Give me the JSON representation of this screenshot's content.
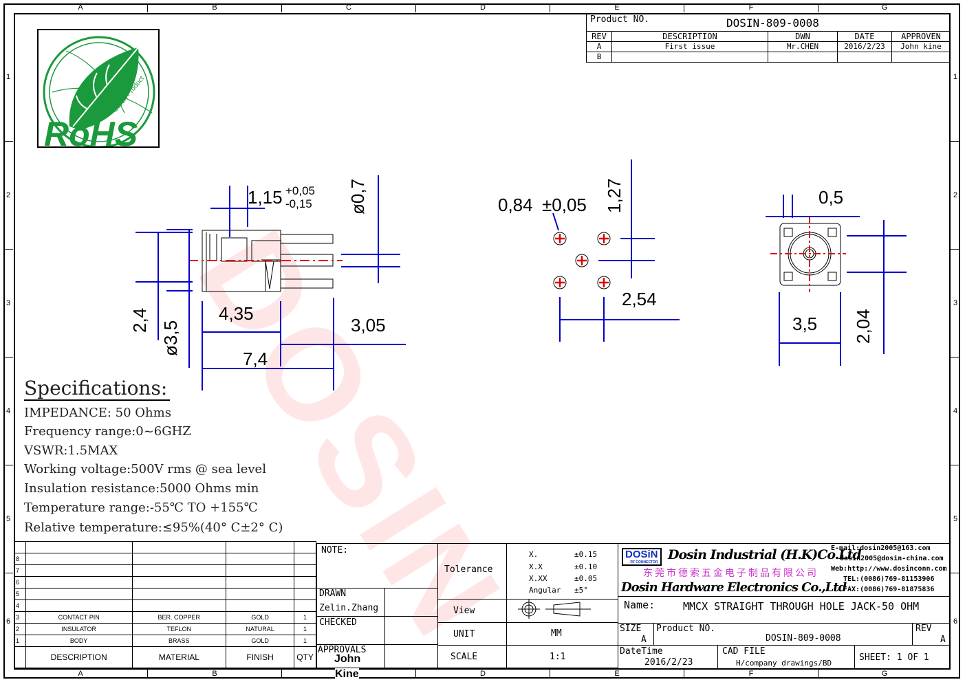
{
  "frame": {
    "columns": [
      "A",
      "B",
      "C",
      "D",
      "E",
      "F",
      "G"
    ],
    "rows": [
      "1",
      "2",
      "3",
      "4",
      "5",
      "6"
    ]
  },
  "logo": {
    "text": "RoHS",
    "subtext": "Green Product",
    "color": "#1a9a3c"
  },
  "watermark": "DOSIN",
  "revision_block": {
    "product_no_label": "Product NO.",
    "product_no": "DOSIN-809-0008",
    "headers": [
      "REV",
      "DESCRIPTION",
      "DWN",
      "DATE",
      "APPROVEN"
    ],
    "rows": [
      [
        "A",
        "First issue",
        "Mr.CHEN",
        "2016/2/23",
        "John kine"
      ],
      [
        "B",
        "",
        "",
        "",
        ""
      ]
    ]
  },
  "drawing": {
    "side_view": {
      "dims": {
        "pin_offset": "1,15",
        "pin_offset_tol_plus": "+0,05",
        "pin_offset_tol_minus": "-0,15",
        "pin_dia": "ø0,7",
        "height_2_4": "2,4",
        "body_dia": "ø3,5",
        "body_length": "4,35",
        "pin_length": "3,05",
        "total_length": "7,4"
      }
    },
    "pcb_layout": {
      "hole_dia": "0,84",
      "hole_tol": "±0,05",
      "half_pitch": "1,27",
      "pitch": "2,54"
    },
    "top_view": {
      "dims": {
        "post": "0,5",
        "width": "3,5",
        "offset": "2,04"
      }
    },
    "colors": {
      "dim": "#0000c8",
      "center": "#e00000"
    }
  },
  "specifications": {
    "title": "Specifications:",
    "lines": [
      "IMPEDANCE: 50 Ohms",
      "Frequency range:0~6GHZ",
      "VSWR:1.5MAX",
      "Working voltage:500V rms @ sea level",
      "Insulation resistance:5000 Ohms min",
      "Temperature range:-55℃ TO +155℃",
      "Relative temperature:≤95%(40° C±2° C)"
    ]
  },
  "bom": {
    "headers": [
      "DESCRIPTION",
      "MATERIAL",
      "FINISH",
      "QTY"
    ],
    "rows": [
      {
        "no": "",
        "desc": "",
        "mat": "",
        "fin": "",
        "qty": ""
      },
      {
        "no": "8",
        "desc": "",
        "mat": "",
        "fin": "",
        "qty": ""
      },
      {
        "no": "7",
        "desc": "",
        "mat": "",
        "fin": "",
        "qty": ""
      },
      {
        "no": "6",
        "desc": "",
        "mat": "",
        "fin": "",
        "qty": ""
      },
      {
        "no": "5",
        "desc": "",
        "mat": "",
        "fin": "",
        "qty": ""
      },
      {
        "no": "4",
        "desc": "",
        "mat": "",
        "fin": "",
        "qty": ""
      },
      {
        "no": "3",
        "desc": "CONTACT PIN",
        "mat": "BER. COPPER",
        "fin": "GOLD",
        "qty": "1"
      },
      {
        "no": "2",
        "desc": "INSULATOR",
        "mat": "TEFLON",
        "fin": "NATURAL",
        "qty": "1"
      },
      {
        "no": "1",
        "desc": "BODY",
        "mat": "BRASS",
        "fin": "GOLD",
        "qty": "1"
      }
    ]
  },
  "notes": {
    "note_label": "NOTE:",
    "drawn_label": "DRAWN",
    "drawn_by": "Zelin.Zhang",
    "checked_label": "CHECKED",
    "approvals_label": "APPROVALS",
    "approved_by_1": "John",
    "approved_by_2": "Kine"
  },
  "spec_block": {
    "tolerance_label": "Tolerance",
    "tolerances": [
      {
        "k": "X.",
        "v": "±0.15"
      },
      {
        "k": "X.X",
        "v": "±0.10"
      },
      {
        "k": "X.XX",
        "v": "±0.05"
      },
      {
        "k": "Angular",
        "v": "±5°"
      }
    ],
    "view_label": "View",
    "unit_label": "UNIT",
    "unit": "MM",
    "scale_label": "SCALE",
    "scale": "1:1"
  },
  "company": {
    "logo": "DOSiN",
    "logo_sub": "RF CONNECTOR",
    "name_hk": "Dosin Industrial (H.K)Co.Ltd",
    "name_cn": "东莞市德索五金电子制品有限公司",
    "name_hw": "Dosin Hardware Electronics Co.,Ltd",
    "email_1": "E-mail:dosin2005@163.com",
    "email_2": "dosin2005@dosin-china.com",
    "web": "Web:http://www.dosinconn.com",
    "tel": "TEL:(0086)769-81153906",
    "fax": "FAX:(0086)769-81875836",
    "cn_color": "#cc33cc"
  },
  "title_block": {
    "name_label": "Name:",
    "name": "MMCX STRAIGHT THROUGH HOLE JACK-50 OHM",
    "size_label": "SIZE",
    "size": "A",
    "product_no_label": "Product NO.",
    "product_no": "DOSIN-809-0008",
    "rev_label": "REV",
    "rev": "A",
    "datetime_label": "DateTime",
    "datetime": "2016/2/23",
    "cad_label": "CAD FILE",
    "cad_file": "H/company drawings/BD",
    "sheet": "SHEET: 1 OF 1"
  }
}
